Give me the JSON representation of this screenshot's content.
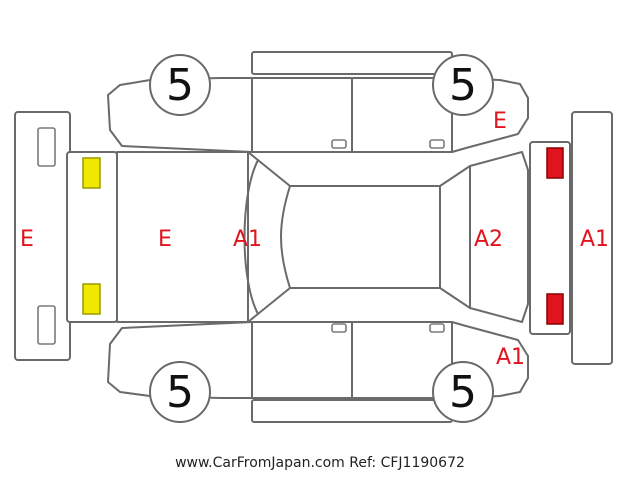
{
  "colors": {
    "damage_mark": "#e0141e",
    "front_lamp": "#f0e800",
    "rear_lamp": "#e0141e",
    "outline": "#6a6a6a"
  },
  "panels": {
    "front_bumper": "E",
    "hood": "E",
    "windshield": "A1",
    "right_front_fender": "E",
    "rear_glass": "A2",
    "rear_bumper": "A1",
    "right_rear_fender": "A1"
  },
  "tires": {
    "front_left": "5",
    "front_right": "5",
    "rear_left": "5",
    "rear_right": "5"
  },
  "footer": "www.CarFromJapan.com Ref: CFJ1190672"
}
